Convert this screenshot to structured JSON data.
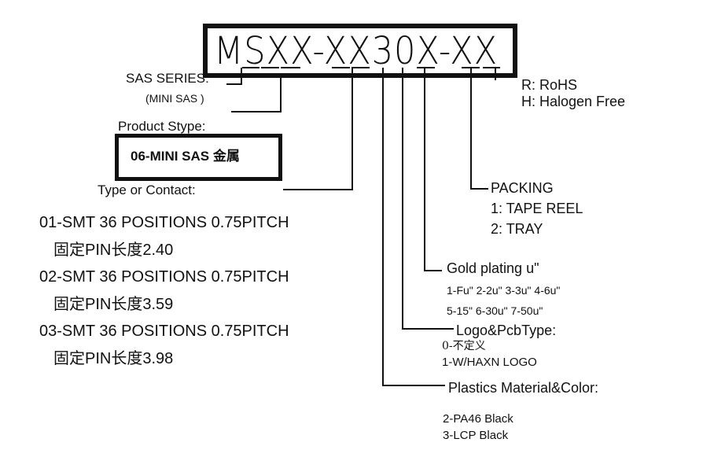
{
  "part_code": "MSXX-XX30X-XX",
  "sas_series": {
    "label": "SAS SERIES:",
    "sub": "(MINI SAS )"
  },
  "product_stype": {
    "label": "Product Stype:",
    "value": "06-MINI SAS 金属"
  },
  "type_contact": {
    "label": "Type or Contact:",
    "items": [
      {
        "line": "01-SMT 36 POSITIONS 0.75PITCH",
        "sub": "固定PIN长度2.40"
      },
      {
        "line": "02-SMT 36 POSITIONS 0.75PITCH",
        "sub": "固定PIN长度3.59"
      },
      {
        "line": "03-SMT 36 POSITIONS 0.75PITCH",
        "sub": "固定PIN长度3.98"
      }
    ]
  },
  "suffix_options": {
    "rohs": "R: RoHS",
    "halogen": "H: Halogen Free"
  },
  "packing": {
    "label": "PACKING",
    "options": [
      "1: TAPE REEL",
      "2: TRAY"
    ]
  },
  "gold_plating": {
    "label": "Gold plating u\"",
    "options": [
      "1-Fu\" 2-2u\" 3-3u\" 4-6u\"",
      "5-15\" 6-30u\" 7-50u\""
    ]
  },
  "logo_pcb": {
    "label": "Logo&PcbType:",
    "options": [
      "0-不定义",
      "1-W/HAXN LOGO"
    ]
  },
  "plastics": {
    "label": "Plastics Material&Color:",
    "options": [
      "2-PA46 Black",
      "3-LCP Black"
    ]
  },
  "colors": {
    "ink": "#111111",
    "background": "#ffffff"
  }
}
